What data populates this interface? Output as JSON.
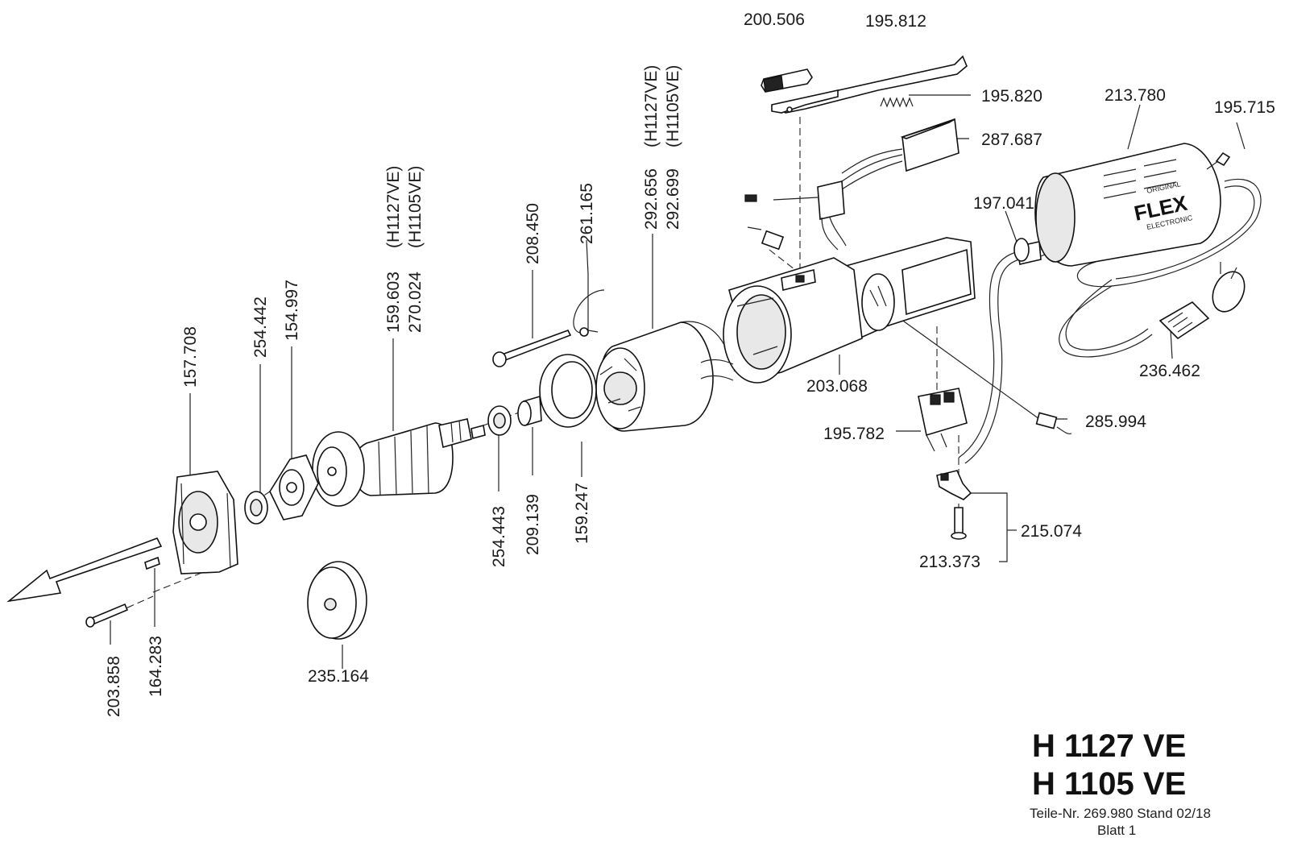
{
  "title_block": {
    "model_1": "H 1127 VE",
    "model_2": "H 1105 VE",
    "parts_line": "Teile-Nr. 269.980  Stand 02/18",
    "sheet": "Blatt 1"
  },
  "brand": {
    "logo_text": "FLEX",
    "logo_top": "ORIGINAL",
    "logo_bottom": "ELECTRONIC"
  },
  "labels": {
    "p200506": "200.506",
    "p195812": "195.812",
    "p195820": "195.820",
    "p287687": "287.687",
    "p213780": "213.780",
    "p195715": "195.715",
    "p197041": "197.041",
    "p236462": "236.462",
    "p285994": "285.994",
    "p195782": "195.782",
    "p215074": "215.074",
    "p213373": "213.373",
    "p203068": "203.068",
    "p292656": "292.656",
    "p292699": "292.699",
    "p292656_model": "(H1127VE)",
    "p292699_model": "(H1105VE)",
    "p261165": "261.165",
    "p208450": "208.450",
    "p159247": "159.247",
    "p209139": "209.139",
    "p254443": "254.443",
    "p159603": "159.603",
    "p270024": "270.024",
    "p159603_model": "(H1127VE)",
    "p270024_model": "(H1105VE)",
    "p154997": "154.997",
    "p254442": "254.442",
    "p157708": "157.708",
    "p235164": "235.164",
    "p164283": "164.283",
    "p203858": "203.858"
  },
  "colors": {
    "ink": "#1a1a1a",
    "paper": "#ffffff"
  }
}
